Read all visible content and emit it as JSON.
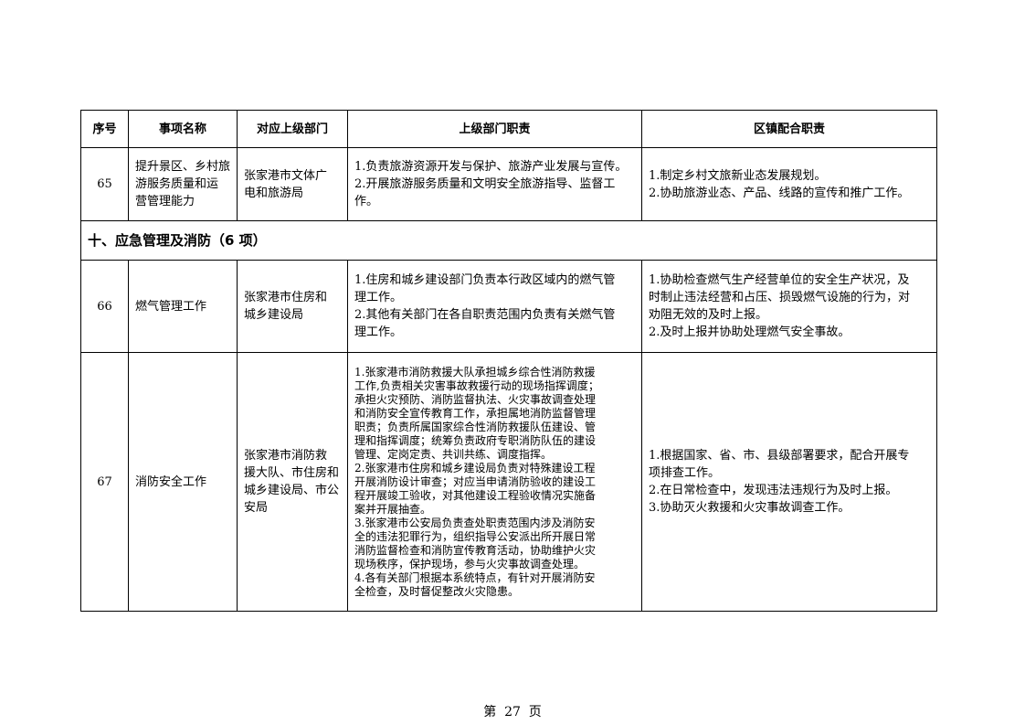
{
  "headers": [
    "序号",
    "事项名称",
    "对应上级部门",
    "上级部门职责",
    "区镇配合职责"
  ],
  "rows": [
    {
      "no": "65",
      "name": "提升景区、乡村旅\n游服务质量和运\n营管理能力",
      "dept": "张家港市文体广\n电和旅游局",
      "duty": "1.负责旅游资源开发与保护、旅游产业发展与宣传。\n2.开展旅游服务质量和文明安全旅游指导、监督工\n作。",
      "coop": "1.制定乡村文旅新业态发展规划。\n2.协助旅游业态、产品、线路的宣传和推广工作。"
    }
  ],
  "section": "十、应急管理及消防（6 项）",
  "rows2": [
    {
      "no": "66",
      "name": "燃气管理工作",
      "dept": "张家港市住房和\n城乡建设局",
      "duty": "1.住房和城乡建设部门负责本行政区域内的燃气管\n理工作。\n2.其他有关部门在各自职责范围内负责有关燃气管\n理工作。",
      "coop": "1.协助检查燃气生产经营单位的安全生产状况，及\n时制止违法经营和占压、损毁燃气设施的行为，对\n劝阻无效的及时上报。\n2.及时上报并协助处理燃气安全事故。"
    },
    {
      "no": "67",
      "name": "消防安全工作",
      "dept": "张家港市消防救\n援大队、市住房和\n城乡建设局、市公\n安局",
      "duty": "1.张家港市消防救援大队承担城乡综合性消防救援\n工作,负责相关灾害事故救援行动的现场指挥调度；\n承担火灾预防、消防监督执法、火灾事故调查处理\n和消防安全宣传教育工作，承担属地消防监督管理\n职责；负责所属国家综合性消防救援队伍建设、管\n理和指挥调度；统筹负责政府专职消防队伍的建设\n管理、定岗定责、共训共练、调度指挥。\n2.张家港市住房和城乡建设局负责对特殊建设工程\n开展消防设计审查；对应当申请消防验收的建设工\n程开展竣工验收，对其他建设工程验收情况实施备\n案并开展抽查。\n3.张家港市公安局负责查处职责范围内涉及消防安\n全的违法犯罪行为，组织指导公安派出所开展日常\n消防监督检查和消防宣传教育活动，协助维护火灾\n现场秩序，保护现场，参与火灾事故调查处理。\n4.各有关部门根据本系统特点，有针对开展消防安\n全检查，及时督促整改火灾隐患。",
      "coop": "1.根据国家、省、市、县级部署要求，配合开展专\n项排查工作。\n2.在日常检查中，发现违法违规行为及时上报。\n3.协助灭火救援和火灾事故调查工作。"
    }
  ],
  "page_number": "第  27  页"
}
